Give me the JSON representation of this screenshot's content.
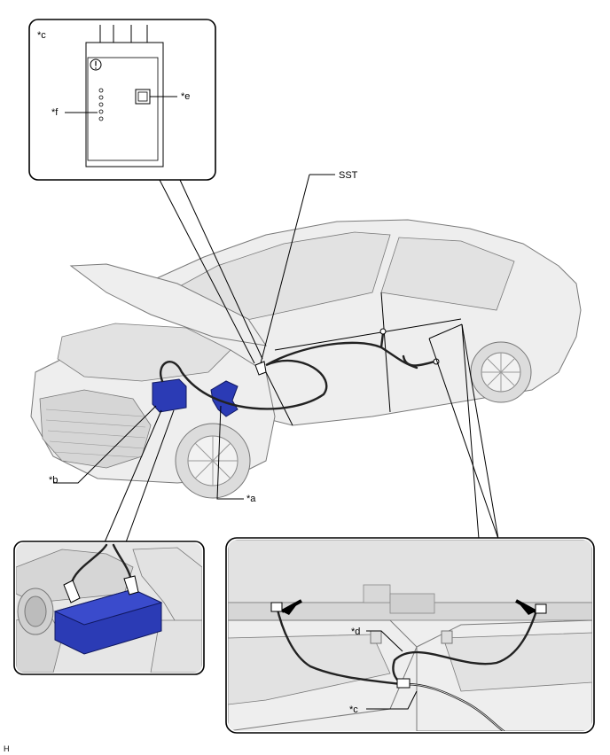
{
  "labels": {
    "c_top": "*c",
    "e": "*e",
    "f": "*f",
    "sst": "SST",
    "b": "*b",
    "a": "*a",
    "d": "*d",
    "c_bottom": "*c",
    "figure_code": "H"
  }
}
